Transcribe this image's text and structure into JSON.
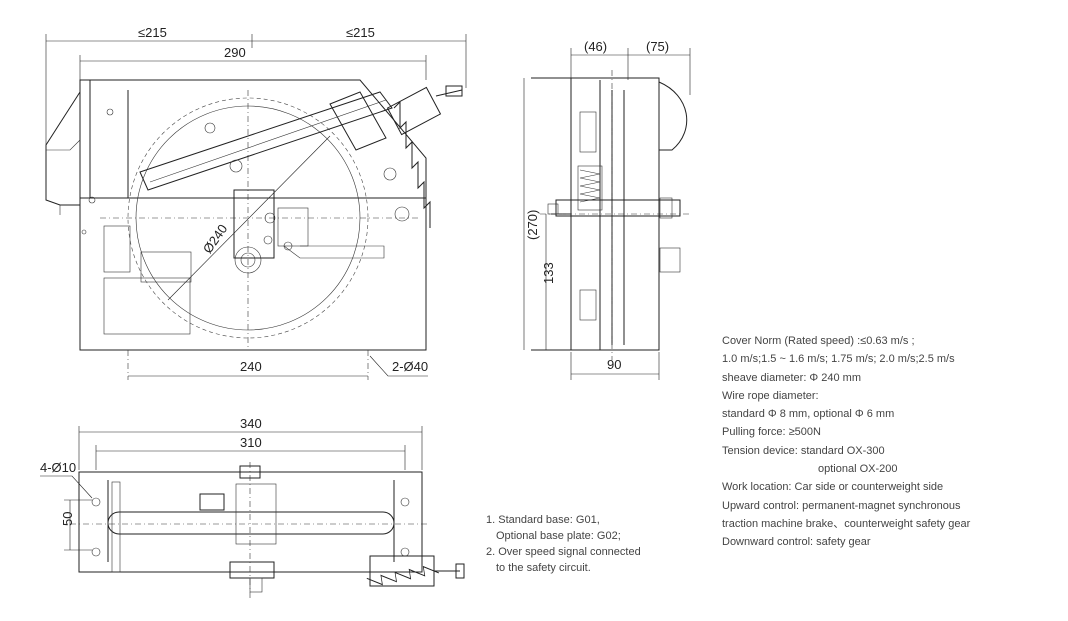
{
  "dimensions": {
    "front": {
      "top_left": "≤215",
      "top_right": "≤215",
      "width_290": "290",
      "sheave_dia": "Ø240",
      "bottom_240": "240",
      "holes": "2-Ø40"
    },
    "side": {
      "d46": "(46)",
      "d75": "(75)",
      "h270": "(270)",
      "h133": "133",
      "w90": "90"
    },
    "plan": {
      "w340": "340",
      "w310": "310",
      "holes": "4-Ø10",
      "d50": "50"
    }
  },
  "notes": [
    "1. Standard base: G01,",
    "   Optional base plate: G02;",
    "2. Over speed signal connected",
    "   to the safety circuit."
  ],
  "specs": {
    "line1": "Cover Norm (Rated speed) :≤0.63 m/s ;",
    "line2": "1.0 m/s;1.5 ~ 1.6 m/s; 1.75 m/s; 2.0 m/s;2.5 m/s",
    "line3": "sheave diameter:  Φ 240 mm",
    "line4": "Wire rope diameter:",
    "line5": "standard  Φ 8 mm, optional  Φ 6 mm",
    "line6": "Pulling force: ≥500N",
    "line7": "Tension device: standard OX-300",
    "line8": "optional OX-200",
    "line9": "Work location: Car side or  counterweight  side",
    "line10": "Upward control: permanent-magnet synchronous",
    "line11": "traction machine brake、counterweight safety gear",
    "line12": "Downward control: safety gear"
  }
}
